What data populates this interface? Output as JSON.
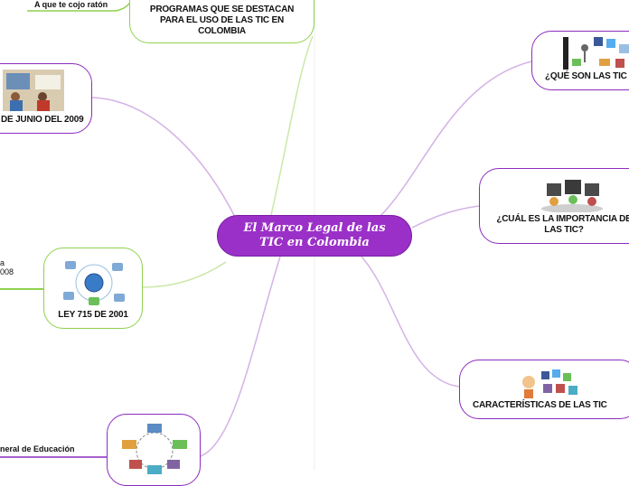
{
  "central": {
    "title": "El Marco Legal de las TIC en Colombia"
  },
  "nodes": {
    "programas": "PROGRAMAS QUE SE DESTACAN PARA EL USO DE LAS TIC EN COLOMBIA",
    "ley_junio": "DE JUNIO DEL 2009",
    "ley_715": "LEY 715 DE 2001",
    "que_son": "¿QUÉ SON LAS TIC",
    "importancia": "¿CUÁL ES LA IMPORTANCIA DE LAS TIC?",
    "caracteristicas": "CARACTERÍSTICAS DE LAS TIC"
  },
  "leaves": {
    "raton": "A que te cojo ratón",
    "educacion": "neral de Educación",
    "partial_a": "a",
    "partial_2008": "008"
  },
  "colors": {
    "central": "#9b30c8",
    "green_branch": "#8fd14f",
    "purple_branch": "#8d2bbd",
    "right_link": "#c99be0"
  }
}
